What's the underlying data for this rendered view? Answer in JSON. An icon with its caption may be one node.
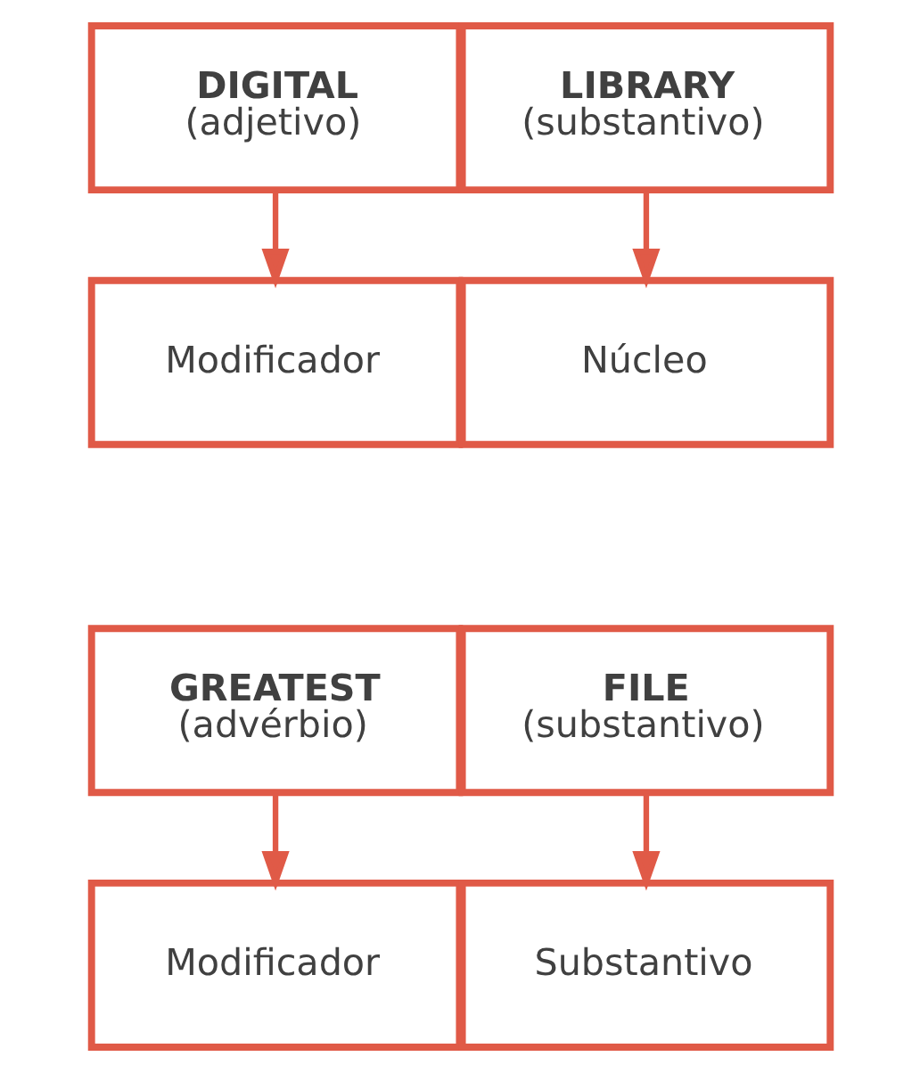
{
  "diagram": {
    "nodes": [
      {
        "text": [
          "DIGITAL",
          "(adjetivo)"
        ]
      },
      {
        "text": [
          "LIBRARY",
          "(substantivo)"
        ]
      },
      {
        "text": [
          "Modificador"
        ]
      },
      {
        "text": [
          "Núcleo"
        ]
      },
      {
        "text": [
          "GREATEST",
          "(advérbio)"
        ]
      },
      {
        "text": [
          "FILE",
          "(substantivo)"
        ]
      },
      {
        "text": [
          "Modificador"
        ]
      },
      {
        "text": [
          "Substantivo"
        ]
      }
    ],
    "edges": [
      {
        "from": 0,
        "to": 2,
        "arrow": "to"
      },
      {
        "from": 1,
        "to": 3,
        "arrow": "to"
      },
      {
        "from": 4,
        "to": 6,
        "arrow": "to"
      },
      {
        "from": 5,
        "to": 7,
        "arrow": "to"
      }
    ]
  }
}
